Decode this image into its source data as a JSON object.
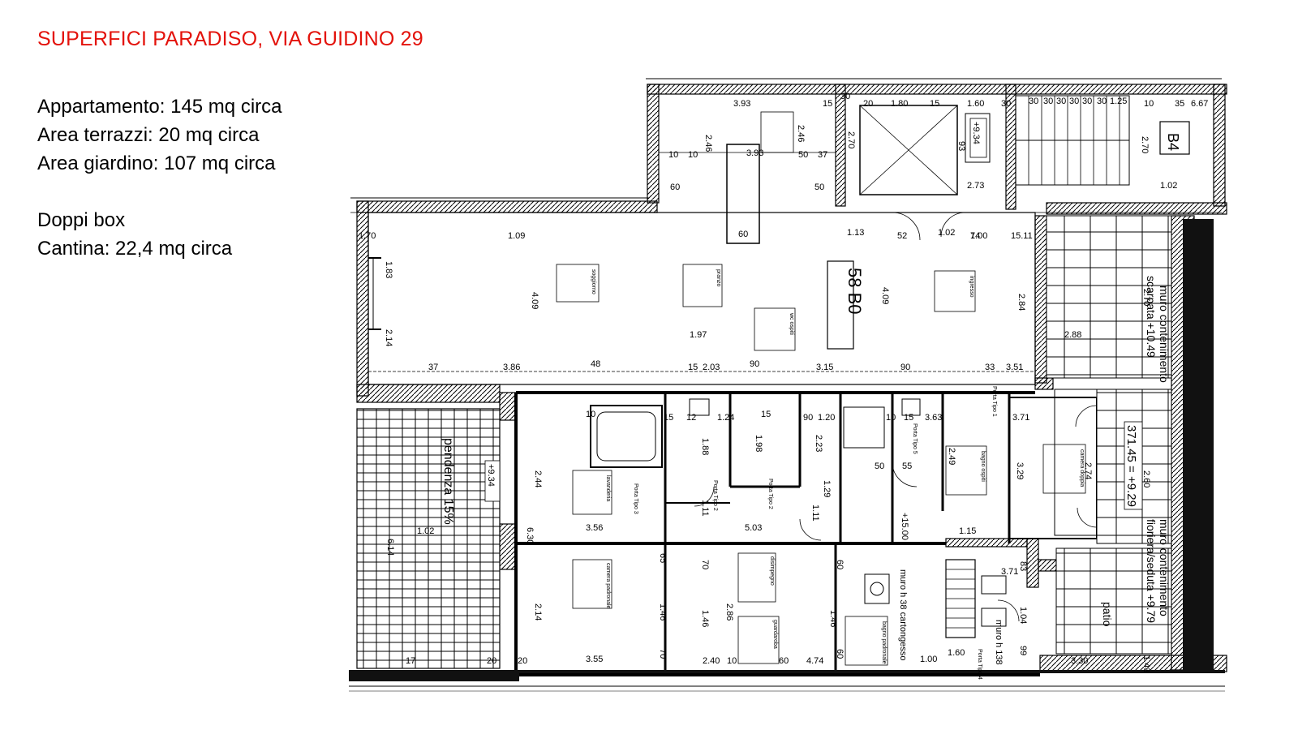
{
  "title": "SUPERFICI PARADISO, VIA GUIDINO 29",
  "info": {
    "appartamento": "Appartamento: 145 mq circa",
    "terrazzi": "Area terrazzi: 20 mq circa",
    "giardino": "Area giardino: 107 mq circa",
    "box": "Doppi box",
    "cantina": "Cantina: 22,4 mq circa"
  },
  "plan": {
    "unit_label": "58 B0",
    "level_top": "+9.34",
    "level_terrace": "+9.34",
    "level_right": "371.45 = +9.29",
    "stair_label": "B4",
    "pendenza": "pendenza 15%",
    "muro_top": "muro contenimento",
    "scarpata": "scarpata +10.49",
    "muro_bottom": "muro contenimento",
    "fioriera": "fioriera/seduta +9.79",
    "patio": "patio",
    "muro_h38": "muro h 38 cartongesso",
    "muro_h138": "muro h 138",
    "level_15": "+15.00",
    "porta_labels": [
      "Porta Tipo 3",
      "Porta Tipo 2",
      "Porta Tipo 2",
      "Porta Tipo 5",
      "Porta Tipo 1",
      "Porta Tipo 4"
    ],
    "room_labels": [
      "soggiorno",
      "pranzo",
      "ingresso",
      "wc ospiti",
      "lavanderia",
      "camera padronale",
      "disimpegno",
      "guardaroba",
      "bagno ospiti",
      "camera doppia",
      "bagno padronale"
    ],
    "dims_h": [
      "3.93",
      "15",
      "30",
      "20",
      "1.80",
      "15",
      "1.60",
      "30",
      "30",
      "30",
      "30",
      "30",
      "30",
      "30",
      "1.25",
      "10",
      "35",
      "6.67",
      "1.09",
      "1.13",
      "52",
      "1.02",
      "74",
      "15.11",
      "1.97",
      "2.88",
      "37",
      "3.86",
      "48",
      "15",
      "2.03",
      "90",
      "3.15",
      "90",
      "33",
      "3.51",
      "10",
      "15",
      "12",
      "1.24",
      "15",
      "90",
      "1.20",
      "10",
      "15",
      "3.63",
      "3.71",
      "3.56",
      "5.03",
      "1.15",
      "3.71",
      "3.55",
      "17",
      "20",
      "20",
      "2.40",
      "10",
      "60",
      "4.74",
      "1.00",
      "1.60",
      "3.30",
      "1.02",
      "2.73",
      "3.93",
      "60",
      "60",
      "50",
      "10",
      "10",
      "50",
      "37",
      "1.70",
      "1.02",
      "1.00",
      "55",
      "50"
    ],
    "dims_v": [
      "2.46",
      "2.46",
      "2.70",
      "93",
      "2.70",
      "4.09",
      "4.09",
      "2.84",
      "1.83",
      "2.14",
      "2.44",
      "2.14",
      "6.30",
      "6.14",
      "1.88",
      "1.11",
      "1.98",
      "2.23",
      "1.29",
      "1.11",
      "2.49",
      "3.29",
      "2.74",
      "2.60",
      "2.70",
      "1.46",
      "1.46",
      "2.86",
      "1.46",
      "1.04",
      "1.43",
      "60",
      "99",
      "83",
      "70",
      "70",
      "65",
      "60"
    ]
  }
}
